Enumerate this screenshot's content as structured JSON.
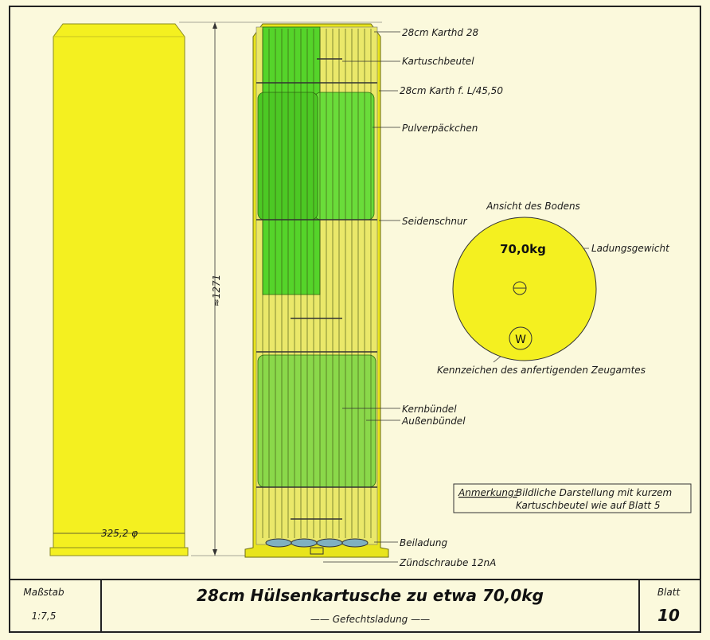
{
  "labels": {
    "karthd": "28cm Karthd 28",
    "kartuschbeutel": "Kartuschbeutel",
    "karth": "28cm Karth f. L/45,50",
    "pulverpaeckchen": "Pulverpäckchen",
    "seidenschnur": "Seidenschnur",
    "kernbuendel": "Kernbündel",
    "aussenbuendel": "Außenbündel",
    "beiladung": "Beiladung",
    "zuendschraube": "Zündschraube 12nA"
  },
  "dimensions": {
    "length": "≈1271",
    "diameter": "325,2 φ"
  },
  "base_view": {
    "title": "Ansicht des Bodens",
    "weight": "70,0kg",
    "weight_label": "Ladungsgewicht",
    "mark": "W",
    "mark_label": "Kennzeichen des anfertigenden Zeugamtes"
  },
  "note": {
    "title": "Anmerkung:",
    "line1": "Bildliche Darstellung mit kurzem",
    "line2": "Kartuschbeutel wie auf Blatt 5"
  },
  "title_block": {
    "scale_label": "Maßstab",
    "scale": "1:7,5",
    "title": "28cm Hülsenkartusche zu etwa 70,0kg",
    "subtitle": "—— Gefechtsladung ——",
    "sheet_label": "Blatt",
    "sheet": "10"
  },
  "colors": {
    "paper": "#fbf9dc",
    "brass": "#f2ee20",
    "powder": "#55d42a",
    "ink": "#1a1a1a"
  }
}
